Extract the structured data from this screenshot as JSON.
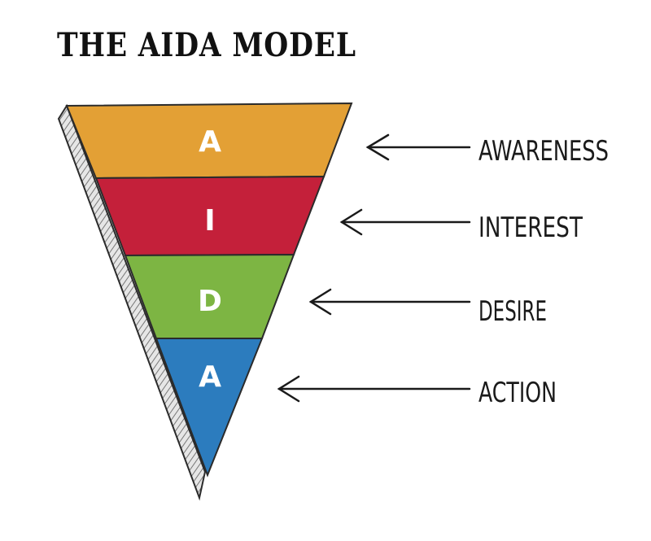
{
  "title": "THE AIDA MODEL",
  "colors": {
    "awareness": "#E3A035",
    "interest": "#C4203A",
    "desire": "#7DB543",
    "action": "#2C7CBE",
    "outline": "#2b2b2b",
    "side": "#c9c9c9"
  },
  "stages": [
    {
      "letter": "A",
      "label": "AWARENESS",
      "icon": "arrow-left-icon"
    },
    {
      "letter": "I",
      "label": "INTEREST",
      "icon": "arrow-left-icon"
    },
    {
      "letter": "D",
      "label": "DESIRE",
      "icon": "arrow-left-icon"
    },
    {
      "letter": "A",
      "label": "ACTION",
      "icon": "arrow-left-icon"
    }
  ]
}
